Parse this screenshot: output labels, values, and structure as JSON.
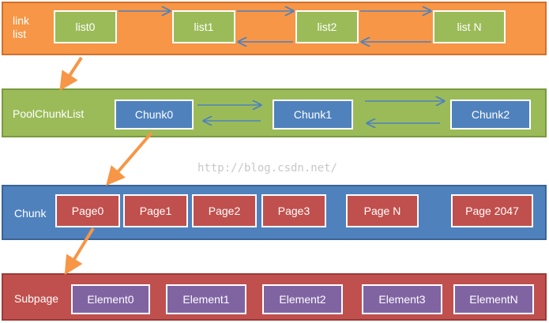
{
  "linklist": {
    "label": "link\nlist",
    "items": [
      "list0",
      "list1",
      "list2",
      "list N"
    ]
  },
  "chunklist": {
    "label": "PoolChunkList",
    "items": [
      "Chunk0",
      "Chunk1",
      "Chunk2"
    ]
  },
  "chunk": {
    "label": "Chunk",
    "items": [
      "Page0",
      "Page1",
      "Page2",
      "Page3",
      "Page N",
      "Page 2047"
    ]
  },
  "subpage": {
    "label": "Subpage",
    "items": [
      "Element0",
      "Element1",
      "Element2",
      "Element3",
      "ElementN"
    ]
  },
  "watermark": "http://blog.csdn.net/",
  "colors": {
    "orange_band": "#f79646",
    "green_band": "#9bbb59",
    "blue_band": "#4f81bd",
    "red_band": "#c0504d",
    "green_box": "#9bbb59",
    "blue_box": "#4f81bd",
    "red_box": "#c0504d",
    "purple_box": "#8064a2",
    "link_arrow": "#4f81bd",
    "level_arrow": "#f79646"
  }
}
